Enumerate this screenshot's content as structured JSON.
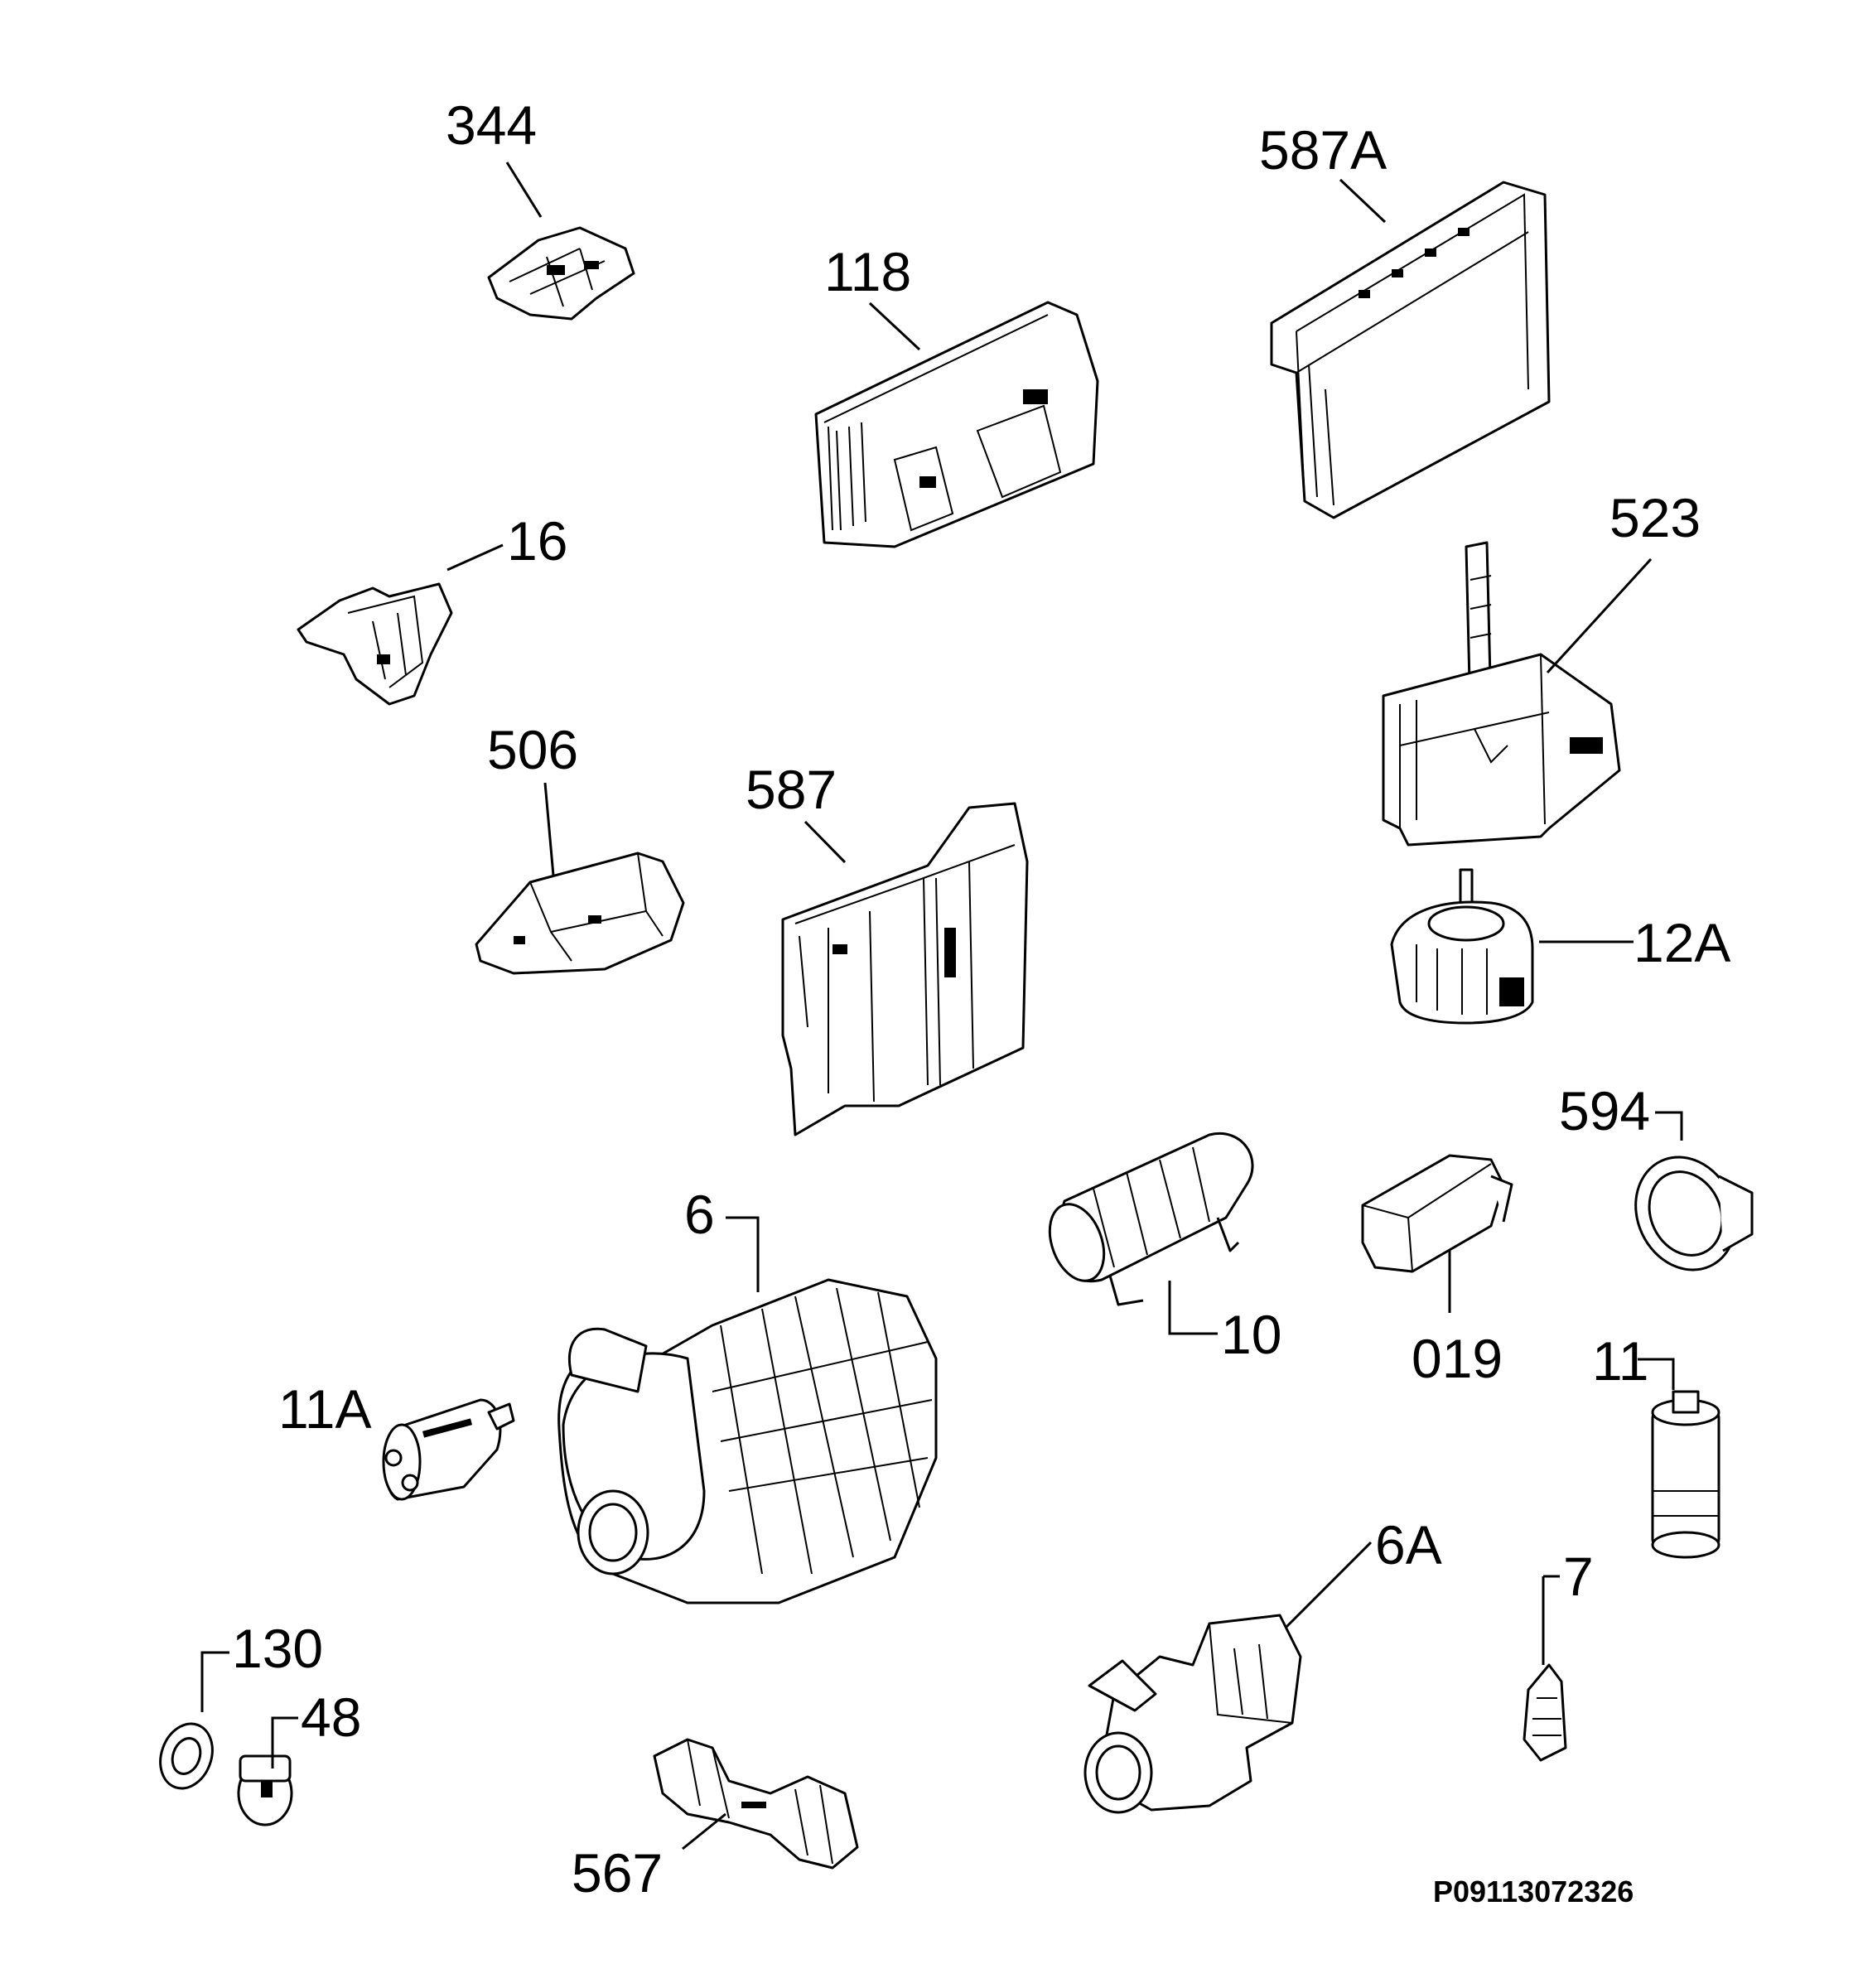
{
  "labels": {
    "p344": "344",
    "p587A": "587A",
    "p118": "118",
    "p523": "523",
    "p16": "16",
    "p506": "506",
    "p587": "587",
    "p12A": "12A",
    "p594": "594",
    "p6": "6",
    "p10": "10",
    "p019": "019",
    "p11A": "11A",
    "p11": "11",
    "p6A": "6A",
    "p7": "7",
    "p130": "130",
    "p48": "48",
    "p567": "567"
  },
  "drawing_code": "P09113072326",
  "colors": {
    "line": "#000000",
    "background": "#ffffff"
  }
}
